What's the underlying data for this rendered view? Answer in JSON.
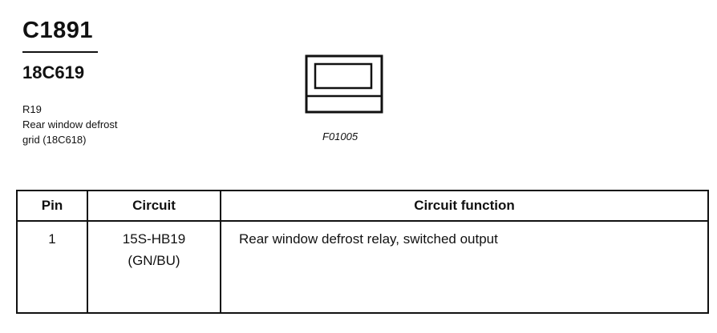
{
  "header": {
    "connector_id": "C1891",
    "part_number": "18C619",
    "description_lines": [
      "R19",
      "Rear window defrost",
      "grid (18C618)"
    ]
  },
  "figure": {
    "code": "F01005",
    "icon": "connector-face-icon"
  },
  "table": {
    "headers": {
      "pin": "Pin",
      "circuit": "Circuit",
      "function": "Circuit function"
    },
    "rows": [
      {
        "pin": "1",
        "circuit_id": "15S-HB19",
        "circuit_color": "(GN/BU)",
        "function": "Rear window defrost relay, switched output"
      }
    ]
  }
}
